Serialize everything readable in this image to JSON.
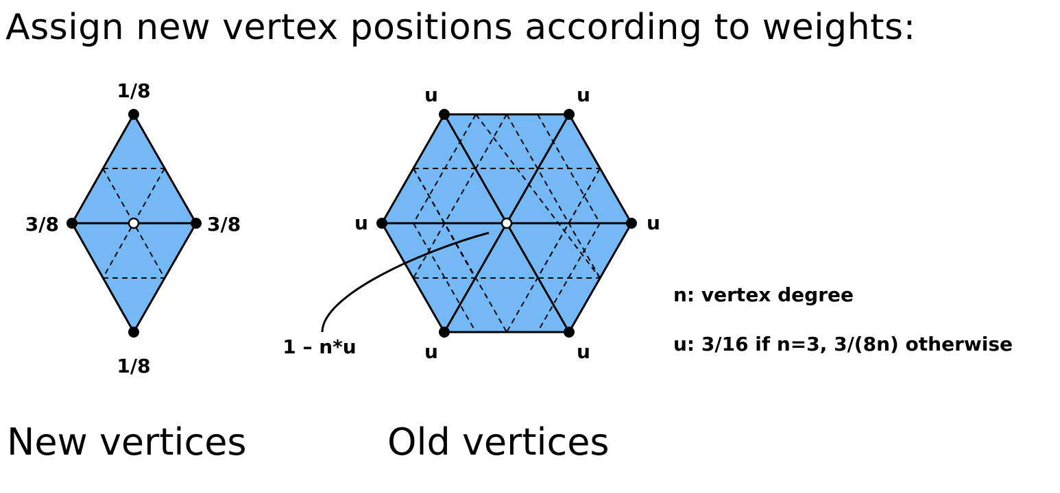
{
  "title": "Assign new vertex positions according to weights:",
  "colors": {
    "face_fill": "#74b9f5",
    "edge_stroke": "#000000",
    "center_vertex_fill": "#ffffff"
  },
  "new_vertices": {
    "caption": "New vertices",
    "weights": {
      "top": "1/8",
      "bottom": "1/8",
      "left": "3/8",
      "right": "3/8"
    }
  },
  "old_vertices": {
    "caption": "Old vertices",
    "neighbor_weight": "u",
    "center_weight": "1 – n*u"
  },
  "legend": {
    "n_definition": "n: vertex degree",
    "u_definition": "u: 3/16 if n=3, 3/(8n) otherwise"
  }
}
